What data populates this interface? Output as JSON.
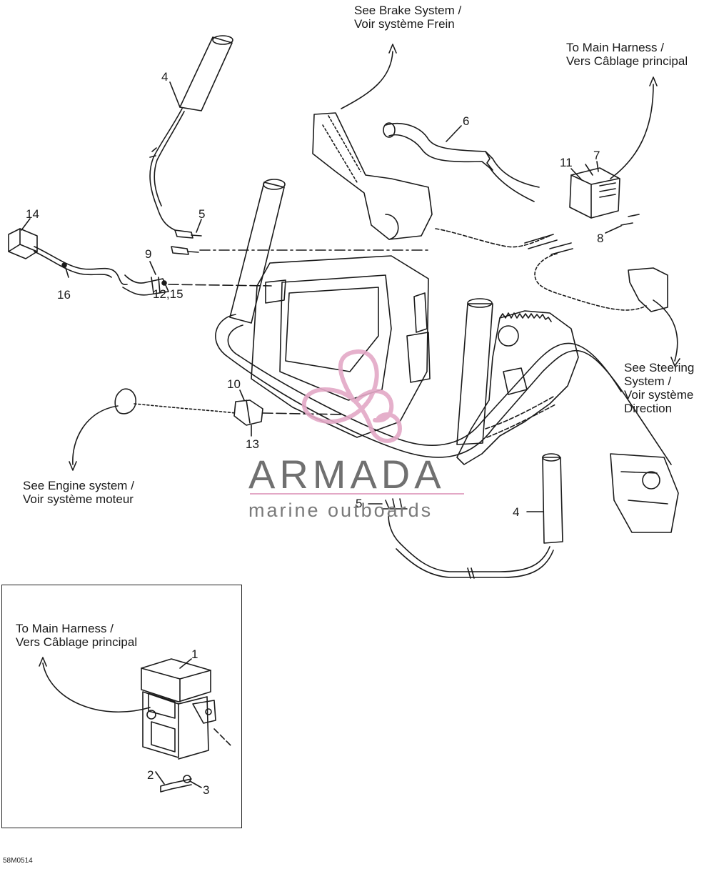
{
  "labels": {
    "brake": "See Brake System /\nVoir système Frein",
    "main_harness_top": "To Main Harness /\nVers Câblage principal",
    "steering": "See Steering\nSystem /\nVoir système\nDirection",
    "engine": "See Engine system /\nVoir système moteur",
    "main_harness_inset": "To Main Harness /\nVers Câblage principal"
  },
  "callouts": {
    "c1": "1",
    "c2": "2",
    "c3": "3",
    "c4a": "4",
    "c4b": "4",
    "c5a": "5",
    "c5b": "5",
    "c6": "6",
    "c7": "7",
    "c8": "8",
    "c9": "9",
    "c10": "10",
    "c11": "11",
    "c12_15": "12,15",
    "c13": "13",
    "c14": "14",
    "c16": "16"
  },
  "watermark": {
    "brand": "ARMADA",
    "tagline": "marine outboards",
    "logo_color": "#e3a8c6"
  },
  "reference": "58M0514"
}
